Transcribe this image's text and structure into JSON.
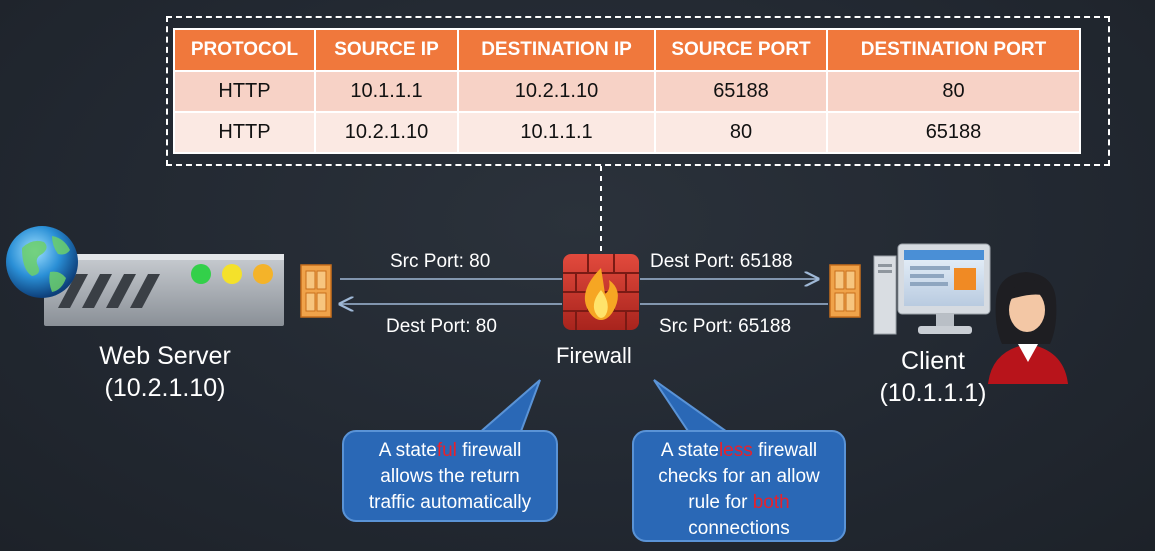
{
  "table": {
    "headers": [
      "PROTOCOL",
      "SOURCE IP",
      "DESTINATION IP",
      "SOURCE PORT",
      "DESTINATION PORT"
    ],
    "rows": [
      [
        "HTTP",
        "10.1.1.1",
        "10.2.1.10",
        "65188",
        "80"
      ],
      [
        "HTTP",
        "10.2.1.10",
        "10.1.1.1",
        "80",
        "65188"
      ]
    ]
  },
  "left": {
    "top_label": "Src Port: 80",
    "bottom_label": "Dest Port: 80"
  },
  "right": {
    "top_label": "Dest Port: 65188",
    "bottom_label": "Src Port: 65188"
  },
  "firewall": {
    "label": "Firewall"
  },
  "server": {
    "name": "Web Server",
    "ip": "(10.2.1.10)"
  },
  "client": {
    "name": "Client",
    "ip": "(10.1.1.1)"
  },
  "callouts": {
    "stateful": {
      "part1": "A state",
      "highlight": "ful",
      "part2": " firewall",
      "line2": "allows the return",
      "line3": "traffic automatically"
    },
    "stateless": {
      "part1": "A state",
      "highlight": "less",
      "part2": " firewall",
      "line2": "checks for an allow",
      "line3a": "rule for ",
      "line3_highlight": "both",
      "line4": "connections"
    }
  },
  "colors": {
    "background": "#222831",
    "table_header": "#f0783c",
    "row_odd": "#f7d2c6",
    "row_even": "#fbe9e3",
    "callout": "#2a68b6",
    "highlight": "#e8212b",
    "arrow": "#9fb8d6"
  },
  "icons": [
    "globe-icon",
    "server-icon",
    "door-icon",
    "firewall-icon",
    "computer-icon",
    "person-icon"
  ]
}
